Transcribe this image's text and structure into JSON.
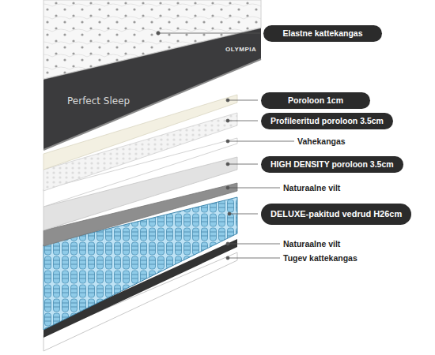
{
  "diagram": {
    "nodes": [
      {
        "text": [
          "Elastne kattekangas"
        ]
      },
      {
        "text": [
          "Poroloon 1cm"
        ]
      },
      {
        "text": [
          "Profileeritud poroloon 3.5cm"
        ]
      },
      {
        "text": [
          "HIGH DENSITY poroloon 3.5cm"
        ]
      },
      {
        "text": [
          "DELUXE-pakitud vedrud H26cm"
        ]
      }
    ],
    "labels": [
      "OLYMPIA",
      "Perfect Sleep",
      "Vahekangas",
      "Naturaalne vilt",
      "Naturaalne vilt",
      "Tugev kattekangas"
    ]
  }
}
